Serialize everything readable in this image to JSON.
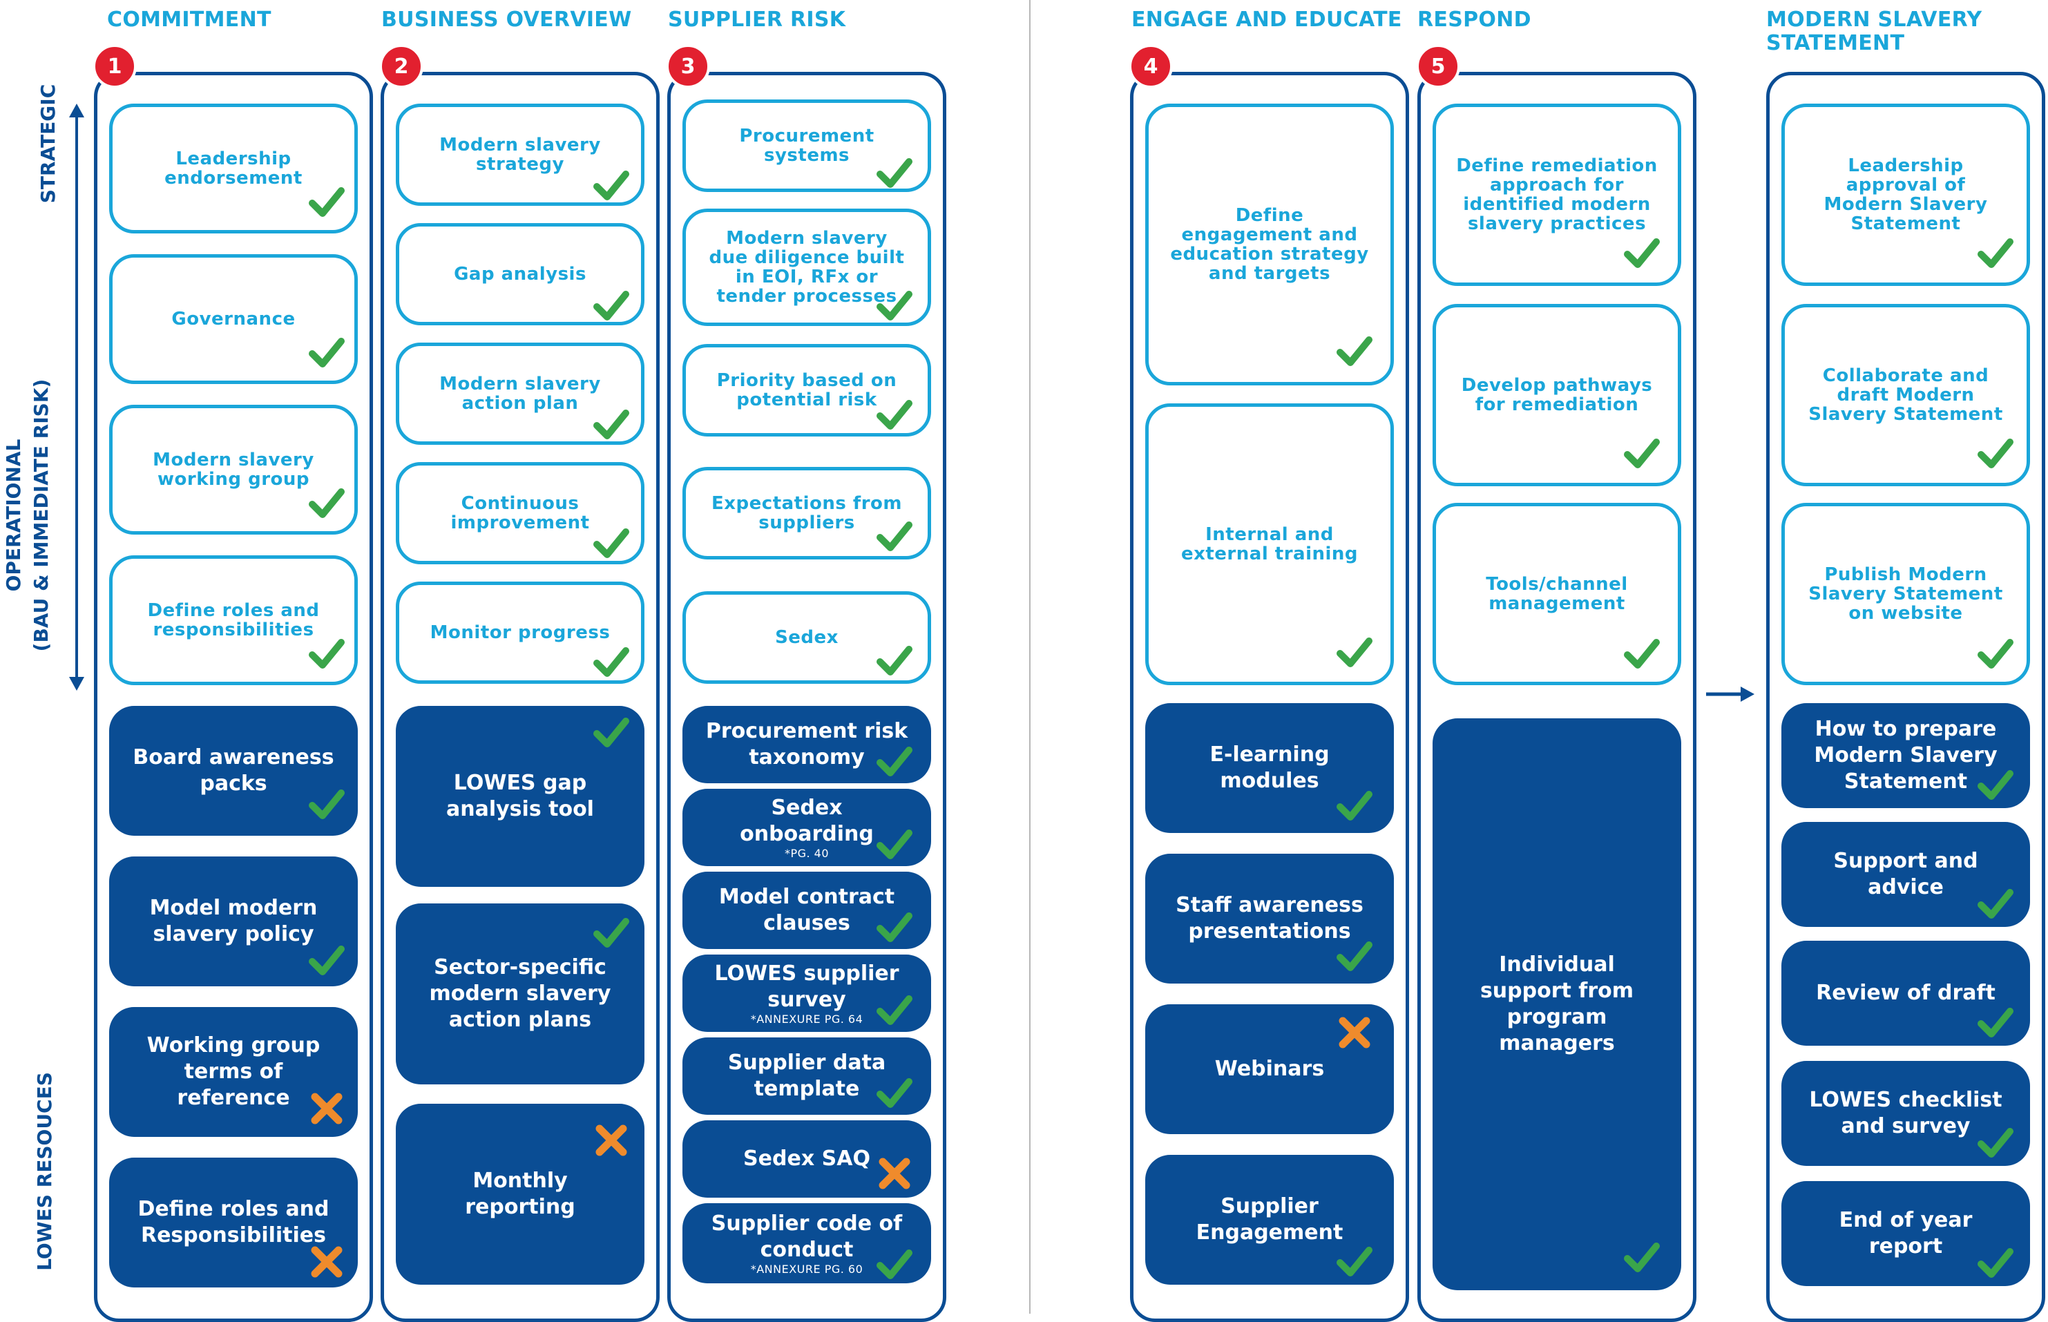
{
  "headers": {
    "commitment": "COMMITMENT",
    "business_overview": "BUSINESS OVERVIEW",
    "supplier_risk": "SUPPLIER RISK",
    "engage_educate": "ENGAGE AND EDUCATE",
    "respond": "RESPOND",
    "statement_line1": "MODERN SLAVERY",
    "statement_line2": "STATEMENT"
  },
  "side_labels": {
    "strategic": "STRATEGIC",
    "operational_line1": "OPERATIONAL",
    "operational_line2": "(BAU & IMMEDIATE RISK)",
    "resources": "LOWES RESOUCES"
  },
  "steps": [
    "1",
    "2",
    "3",
    "4",
    "5"
  ],
  "colors": {
    "navy": "#0a4d94",
    "cyan": "#1aa6da",
    "badge_red": "#e2202f",
    "check_green": "#3aa54a",
    "cross_orange": "#ef8b2c"
  },
  "commitment": {
    "strategy_items": [
      {
        "label": "Leadership endorsement",
        "status": "check"
      },
      {
        "label": "Governance",
        "status": "check"
      },
      {
        "label": "Modern slavery working group",
        "status": "check"
      },
      {
        "label": "Define roles and responsibilities",
        "status": "check"
      }
    ],
    "resources": [
      {
        "label": "Board awareness packs",
        "status": "check"
      },
      {
        "label": "Model modern slavery policy",
        "status": "check"
      },
      {
        "label": "Working group terms of reference",
        "status": "cross"
      },
      {
        "label": "Define roles and Responsibilities",
        "status": "cross"
      }
    ]
  },
  "business_overview": {
    "strategy_items": [
      {
        "label": "Modern slavery strategy",
        "status": "check"
      },
      {
        "label": "Gap analysis",
        "status": "check"
      },
      {
        "label": "Modern slavery action plan",
        "status": "check"
      },
      {
        "label": "Continuous improvement",
        "status": "check"
      },
      {
        "label": "Monitor progress",
        "status": "check"
      }
    ],
    "resources": [
      {
        "label": "LOWES gap analysis tool",
        "status": "check"
      },
      {
        "label": "Sector-specific modern slavery action plans",
        "status": "check"
      },
      {
        "label": "Monthly reporting",
        "status": "cross"
      }
    ]
  },
  "supplier_risk": {
    "strategy_items": [
      {
        "label": "Procurement systems",
        "status": "check"
      },
      {
        "label": "Modern slavery due diligence built in EOI, RFx or tender processes",
        "status": "check"
      },
      {
        "label": "Priority based on potential risk",
        "status": "check"
      },
      {
        "label": "Expectations from suppliers",
        "status": "check"
      },
      {
        "label": "Sedex",
        "status": "check"
      }
    ],
    "resources": [
      {
        "label": "Procurement risk taxonomy",
        "note": "",
        "status": "check"
      },
      {
        "label": "Sedex onboarding",
        "note": "*PG. 40",
        "status": "check"
      },
      {
        "label": "Model contract clauses",
        "note": "",
        "status": "check"
      },
      {
        "label": "LOWES supplier survey",
        "note": "*ANNEXURE PG. 64",
        "status": "check"
      },
      {
        "label": "Supplier data template",
        "note": "",
        "status": "check"
      },
      {
        "label": "Sedex SAQ",
        "note": "",
        "status": "cross"
      },
      {
        "label": "Supplier code of conduct",
        "note": "*ANNEXURE PG. 60",
        "status": "check"
      }
    ]
  },
  "engage_educate": {
    "strategy_items": [
      {
        "label": "Define engagement and education strategy and targets",
        "status": "check"
      },
      {
        "label": "Internal and external training",
        "status": "check"
      }
    ],
    "resources": [
      {
        "label": "E-learning modules",
        "status": "check"
      },
      {
        "label": "Staff awareness presentations",
        "status": "check"
      },
      {
        "label": "Webinars",
        "status": "cross"
      },
      {
        "label": "Supplier Engagement",
        "status": "check"
      }
    ]
  },
  "respond": {
    "strategy_items": [
      {
        "label": "Define remediation approach for identified modern slavery practices",
        "status": "check"
      },
      {
        "label": "Develop pathways for remediation",
        "status": "check"
      },
      {
        "label": "Tools/channel management",
        "status": "check"
      }
    ],
    "resources": [
      {
        "label": "Individual support from program managers",
        "status": "check"
      }
    ]
  },
  "statement": {
    "strategy_items": [
      {
        "label": "Leadership approval of Modern Slavery Statement",
        "status": "check"
      },
      {
        "label": "Collaborate and draft Modern Slavery Statement",
        "status": "check"
      },
      {
        "label": "Publish Modern Slavery Statement on website",
        "status": "check"
      }
    ],
    "resources": [
      {
        "label": "How to prepare Modern Slavery Statement",
        "status": "check"
      },
      {
        "label": "Support and advice",
        "status": "check"
      },
      {
        "label": "Review of draft",
        "status": "check"
      },
      {
        "label": "LOWES checklist and survey",
        "status": "check"
      },
      {
        "label": "End of year report",
        "status": "check"
      }
    ]
  }
}
